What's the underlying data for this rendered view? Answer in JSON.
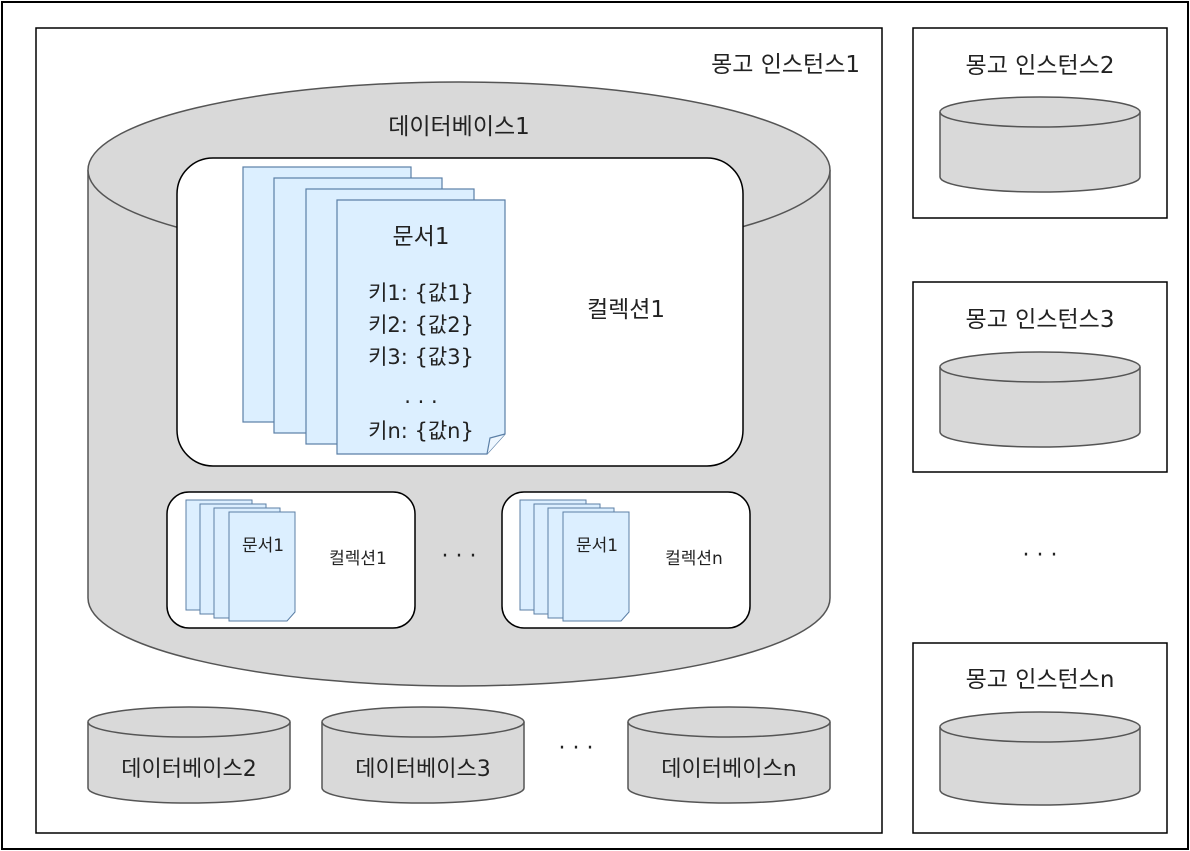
{
  "colors": {
    "border": "#000000",
    "cylinder_fill": "#d9d9d9",
    "cylinder_stroke": "#555555",
    "document_fill": "#dcefff",
    "document_stroke": "#5b7fa6",
    "panel_fill": "#ffffff",
    "text": "#222222"
  },
  "instance_main": {
    "label": "몽고 인스턴스1",
    "database_main": {
      "label": "데이터베이스1",
      "collection_main": {
        "label": "컬렉션1",
        "document": {
          "title": "문서1",
          "lines": [
            "키1: {값1}",
            "키2: {값2}",
            "키3: {값3}",
            ". . .",
            "키n: {값n}"
          ]
        }
      },
      "collection_small_1": {
        "doc_label": "문서1",
        "label": "컬렉션1"
      },
      "collections_ellipsis": "· · ·",
      "collection_small_n": {
        "doc_label": "문서1",
        "label": "컬렉션n"
      }
    },
    "other_databases": [
      "데이터베이스2",
      "데이터베이스3",
      "데이터베이스n"
    ],
    "databases_ellipsis": "· · ·"
  },
  "instances_side": [
    "몽고 인스턴스2",
    "몽고 인스턴스3",
    "몽고 인스턴스n"
  ],
  "instances_ellipsis": "· · ·"
}
